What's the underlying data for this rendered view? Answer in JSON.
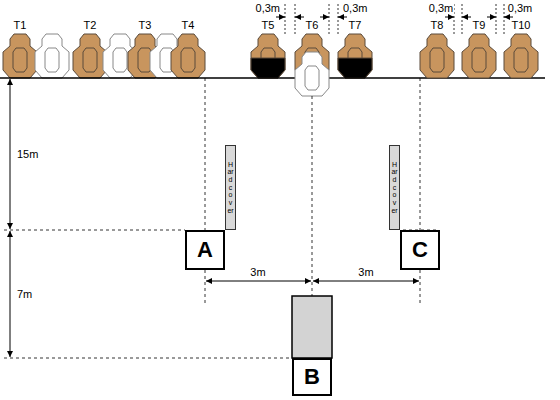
{
  "diagram": {
    "nodes": [
      {
        "text": [
          "Hardcover"
        ]
      },
      {
        "text": [
          "Hardcover"
        ]
      },
      {
        "text": [
          "A"
        ]
      },
      {
        "text": [
          "C"
        ]
      },
      {
        "text": [
          "B"
        ]
      }
    ],
    "labels": [
      "T1",
      "T2",
      "T3",
      "T4",
      "T5",
      "T6",
      "T7",
      "T8",
      "T9",
      "T10",
      "0,3m",
      "0,3m",
      "0,3m",
      "0,3m",
      "15m",
      "7m",
      "3m",
      "3m"
    ]
  }
}
